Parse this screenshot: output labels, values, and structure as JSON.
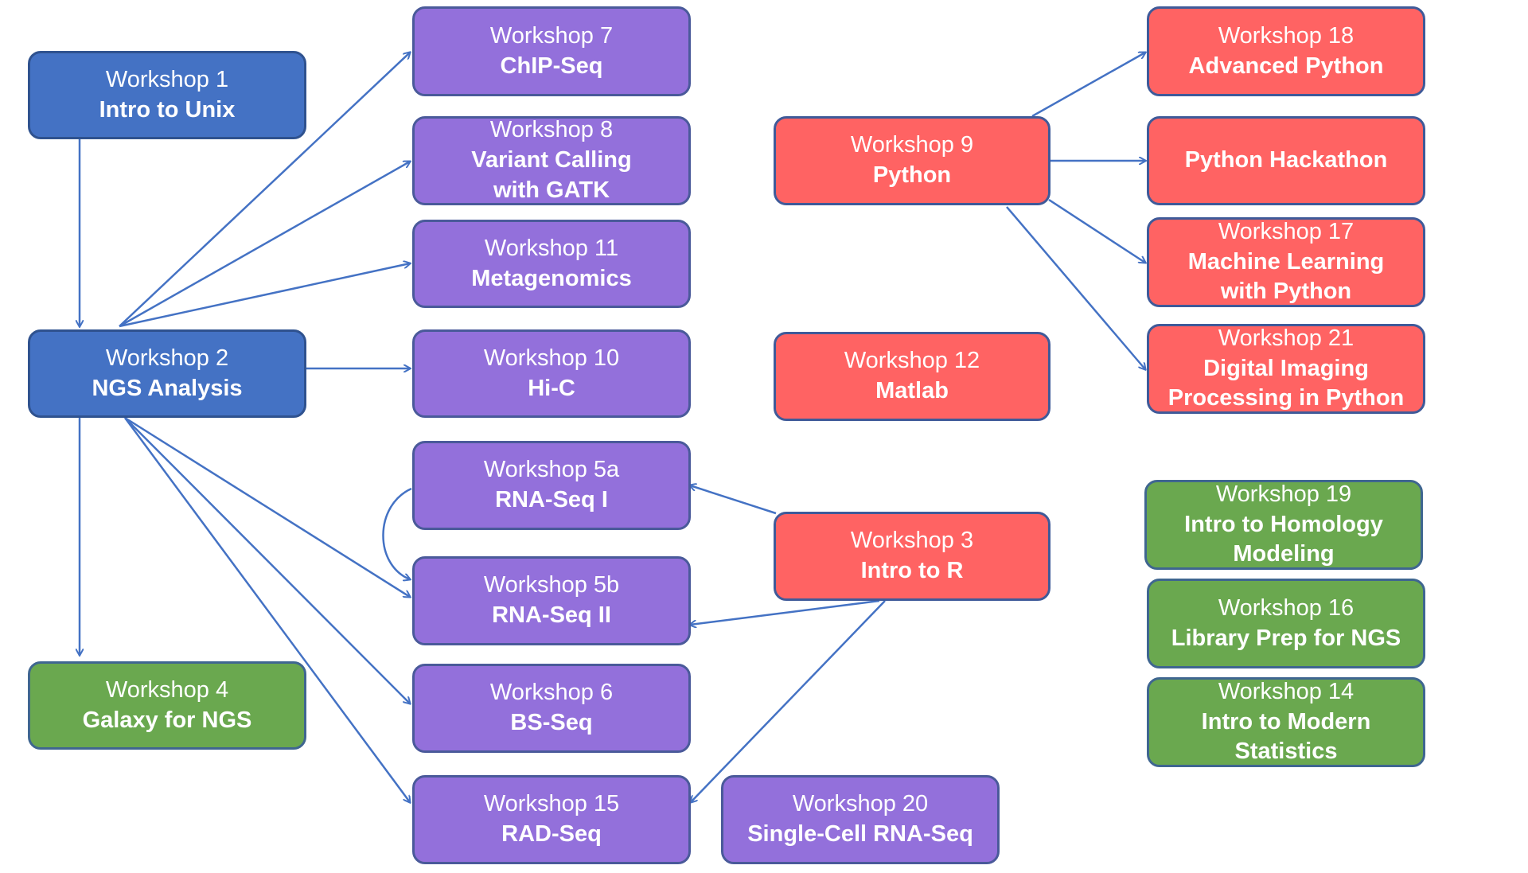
{
  "nodes": {
    "w1": {
      "line1": "Workshop 1",
      "line2": "Intro to Unix"
    },
    "w2": {
      "line1": "Workshop 2",
      "line2": "NGS Analysis"
    },
    "w4": {
      "line1": "Workshop 4",
      "line2": "Galaxy for NGS"
    },
    "w7": {
      "line1": "Workshop 7",
      "line2": "ChIP-Seq"
    },
    "w8": {
      "line1": "Workshop 8",
      "line2": "Variant Calling",
      "line3": "with GATK"
    },
    "w11": {
      "line1": "Workshop 11",
      "line2": "Metagenomics"
    },
    "w10": {
      "line1": "Workshop 10",
      "line2": "Hi-C"
    },
    "w5a": {
      "line1": "Workshop 5a",
      "line2": "RNA-Seq I"
    },
    "w5b": {
      "line1": "Workshop 5b",
      "line2": "RNA-Seq II"
    },
    "w6": {
      "line1": "Workshop 6",
      "line2": "BS-Seq"
    },
    "w15": {
      "line1": "Workshop 15",
      "line2": "RAD-Seq"
    },
    "w20": {
      "line1": "Workshop 20",
      "line2": "Single-Cell RNA-Seq"
    },
    "w9": {
      "line1": "Workshop 9",
      "line2": "Python"
    },
    "w12": {
      "line1": "Workshop 12",
      "line2": "Matlab"
    },
    "w3": {
      "line1": "Workshop 3",
      "line2": "Intro to R"
    },
    "w18": {
      "line1": "Workshop 18",
      "line2": "Advanced Python"
    },
    "hack": {
      "line1": "",
      "line2": "Python Hackathon"
    },
    "w17": {
      "line1": "Workshop 17",
      "line2": "Machine Learning",
      "line3": "with Python"
    },
    "w21": {
      "line1": "Workshop 21",
      "line2": "Digital Imaging",
      "line3": "Processing in Python"
    },
    "w19": {
      "line1": "Workshop 19",
      "line2": "Intro to Homology",
      "line3": "Modeling"
    },
    "w16": {
      "line1": "Workshop 16",
      "line2": "Library Prep for NGS"
    },
    "w14": {
      "line1": "Workshop 14",
      "line2": "Intro to Modern",
      "line3": "Statistics"
    }
  },
  "colors": {
    "blue": "#4472c4",
    "purple": "#9370db",
    "red": "#ff6363",
    "green": "#6aa84f",
    "edge": "#4472c4"
  },
  "edges": [
    [
      "w1",
      "w2"
    ],
    [
      "w2",
      "w4"
    ],
    [
      "w2",
      "w7"
    ],
    [
      "w2",
      "w8"
    ],
    [
      "w2",
      "w11"
    ],
    [
      "w2",
      "w10"
    ],
    [
      "w2",
      "w5b"
    ],
    [
      "w2",
      "w6"
    ],
    [
      "w2",
      "w15"
    ],
    [
      "w5a",
      "w5b"
    ],
    [
      "w3",
      "w5a"
    ],
    [
      "w3",
      "w5b"
    ],
    [
      "w3",
      "w15"
    ],
    [
      "w9",
      "w18"
    ],
    [
      "w9",
      "hack"
    ],
    [
      "w9",
      "w17"
    ],
    [
      "w9",
      "w21"
    ]
  ]
}
